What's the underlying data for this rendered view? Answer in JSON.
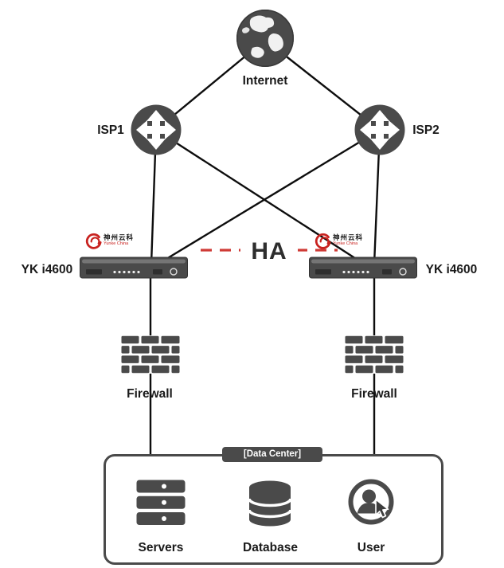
{
  "diagram": {
    "nodes": {
      "internet": {
        "label": "Internet",
        "icon": "globe-icon"
      },
      "isp1": {
        "label": "ISP1",
        "icon": "router-icon"
      },
      "isp2": {
        "label": "ISP2",
        "icon": "router-icon"
      },
      "yk_left": {
        "label": "YK i4600",
        "icon": "adc-appliance-icon",
        "vendor_cn": "神州云科",
        "vendor_en": "Yunke China"
      },
      "yk_right": {
        "label": "YK i4600",
        "icon": "adc-appliance-icon",
        "vendor_cn": "神州云科",
        "vendor_en": "Yunke China"
      },
      "firewall_left": {
        "label": "Firewall",
        "icon": "firewall-brick-icon"
      },
      "firewall_right": {
        "label": "Firewall",
        "icon": "firewall-brick-icon"
      },
      "datacenter": {
        "label": "[Data Center]",
        "icon": "zone-box"
      },
      "servers": {
        "label": "Servers",
        "icon": "server-stack-icon"
      },
      "database": {
        "label": "Database",
        "icon": "database-cylinder-icon"
      },
      "user": {
        "label": "User",
        "icon": "user-cursor-icon"
      }
    },
    "links": {
      "ha": {
        "label": "HA",
        "style": "dashed",
        "color": "#cf3b36"
      }
    },
    "edges": [
      {
        "from": "internet",
        "to": "isp1"
      },
      {
        "from": "internet",
        "to": "isp2"
      },
      {
        "from": "isp1",
        "to": "yk_left"
      },
      {
        "from": "isp1",
        "to": "yk_right"
      },
      {
        "from": "isp2",
        "to": "yk_left"
      },
      {
        "from": "isp2",
        "to": "yk_right"
      },
      {
        "from": "yk_left",
        "to": "yk_right",
        "via": "ha"
      },
      {
        "from": "yk_left",
        "to": "firewall_left"
      },
      {
        "from": "yk_right",
        "to": "firewall_right"
      },
      {
        "from": "firewall_left",
        "to": "datacenter"
      },
      {
        "from": "firewall_right",
        "to": "datacenter"
      }
    ],
    "colors": {
      "icon": "#4a4a4a",
      "line": "#0d0d0d",
      "ha_dash": "#cf3b36",
      "logo_red": "#c8221f",
      "label_text": "#1a1a1a",
      "badge_bg": "#4a4a4a",
      "badge_text": "#ffffff",
      "background": "#ffffff"
    }
  }
}
